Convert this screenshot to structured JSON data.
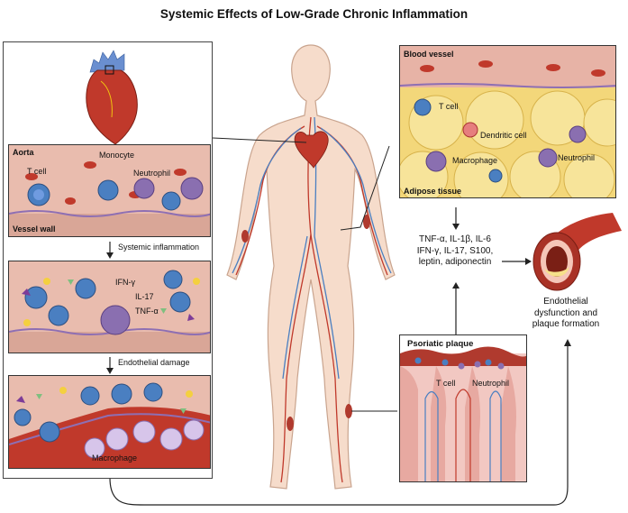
{
  "title": "Systemic Effects of Low-Grade Chronic Inflammation",
  "left": {
    "aorta_label": "Aorta",
    "monocyte": "Monocyte",
    "t_cell": "T cell",
    "neutrophil": "Neutrophil",
    "vessel_wall": "Vessel wall",
    "step1": "Systemic inflammation",
    "ifn": "IFN-γ",
    "il17": "IL-17",
    "tnf": "TNF-α",
    "step2": "Endothelial damage",
    "macrophage": "Macrophage"
  },
  "right_top": {
    "blood_vessel": "Blood vessel",
    "t_cell": "T cell",
    "dendritic_cell": "Dendritic cell",
    "macrophage": "Macrophage",
    "neutrophil": "Neutrophil",
    "adipose_tissue": "Adipose tissue"
  },
  "cytokines": {
    "line1": "TNF-α, IL-1β, IL-6",
    "line2": "IFN-γ, IL-17, S100,",
    "line3": "leptin, adiponectin"
  },
  "outcome": {
    "line1": "Endothelial",
    "line2": "dysfunction and",
    "line3": "plaque formation"
  },
  "psoriasis": {
    "title": "Psoriatic plaque",
    "t_cell": "T cell",
    "neutrophil": "Neutrophil"
  },
  "colors": {
    "tissue_pink": "#e8b8ae",
    "blood_red": "#c0392b",
    "t_cell_blue": "#4a7fc1",
    "neutrophil_purple": "#8a6fb0",
    "adipose_yellow": "#f3d77a",
    "body_skin": "#f6dccb"
  }
}
